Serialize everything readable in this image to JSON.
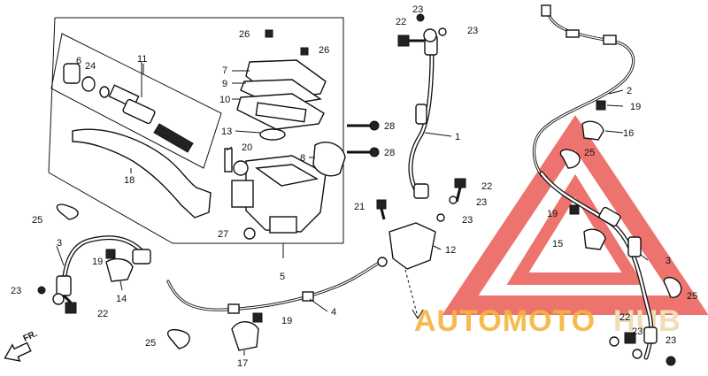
{
  "labels": {
    "l1": "1",
    "l2": "2",
    "l3a": "3",
    "l3b": "3",
    "l4": "4",
    "l5": "5",
    "l6": "6",
    "l7": "7",
    "l8": "8",
    "l9": "9",
    "l10": "10",
    "l11": "11",
    "l12": "12",
    "l13": "13",
    "l14": "14",
    "l15": "15",
    "l16": "16",
    "l17": "17",
    "l18": "18",
    "l19a": "19",
    "l19b": "19",
    "l19c": "19",
    "l19d": "19",
    "l20": "20",
    "l21": "21",
    "l22a": "22",
    "l22b": "22",
    "l22c": "22",
    "l22d": "22",
    "l23a": "23",
    "l23b": "23",
    "l23c": "23",
    "l23d": "23",
    "l23e": "23",
    "l23f": "23",
    "l23g": "23",
    "l24": "24",
    "l25a": "25",
    "l25b": "25",
    "l25c": "25",
    "l25d": "25",
    "l26a": "26",
    "l26b": "26",
    "l27": "27",
    "l28a": "28",
    "l28b": "28"
  },
  "fr_arrow": "FR.",
  "watermark": {
    "part1": "AUTOMOTO",
    "part2": "HUB",
    "color1": "#f6b33c",
    "color2": "#f2dcb4",
    "triangle": "#e8453f"
  }
}
